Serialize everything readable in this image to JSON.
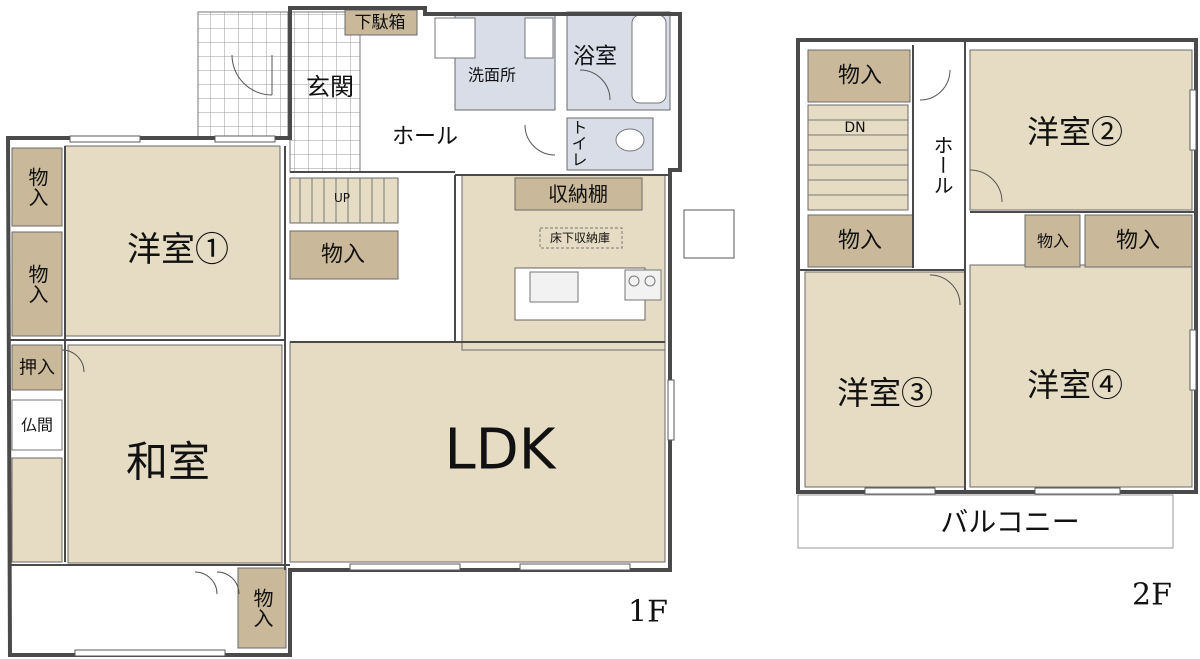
{
  "colors": {
    "room_fill": "#e6dcc3",
    "storage_fill": "#c9b99a",
    "wet_fill": "#d9dde8",
    "tile_fill": "#ffffff",
    "wall": "#4a4a4a"
  },
  "floor1": {
    "label": "1F",
    "rooms": {
      "western1": "洋室①",
      "japanese": "和室",
      "ldk": "LDK",
      "entrance": "玄関",
      "hall": "ホール",
      "washroom": "洗面所",
      "bath": "浴室",
      "toilet": "トイレ",
      "shoe_box": "下駄箱",
      "storage_shelf": "収納棚",
      "underfloor_storage": "床下収納庫",
      "oshiire": "押入",
      "butsuma": "仏間",
      "stair_up": "UP"
    },
    "storage": {
      "left_top": "物入",
      "left_mid": "物入",
      "under_stairs": "物入",
      "bottom": "物入"
    }
  },
  "floor2": {
    "label": "2F",
    "rooms": {
      "western2": "洋室②",
      "western3": "洋室③",
      "western4": "洋室④",
      "hall": "ホール",
      "balcony": "バルコニー",
      "stair_down": "DN"
    },
    "storage": {
      "top_left": "物入",
      "mid_left": "物入",
      "small_center": "物入",
      "right": "物入"
    }
  }
}
